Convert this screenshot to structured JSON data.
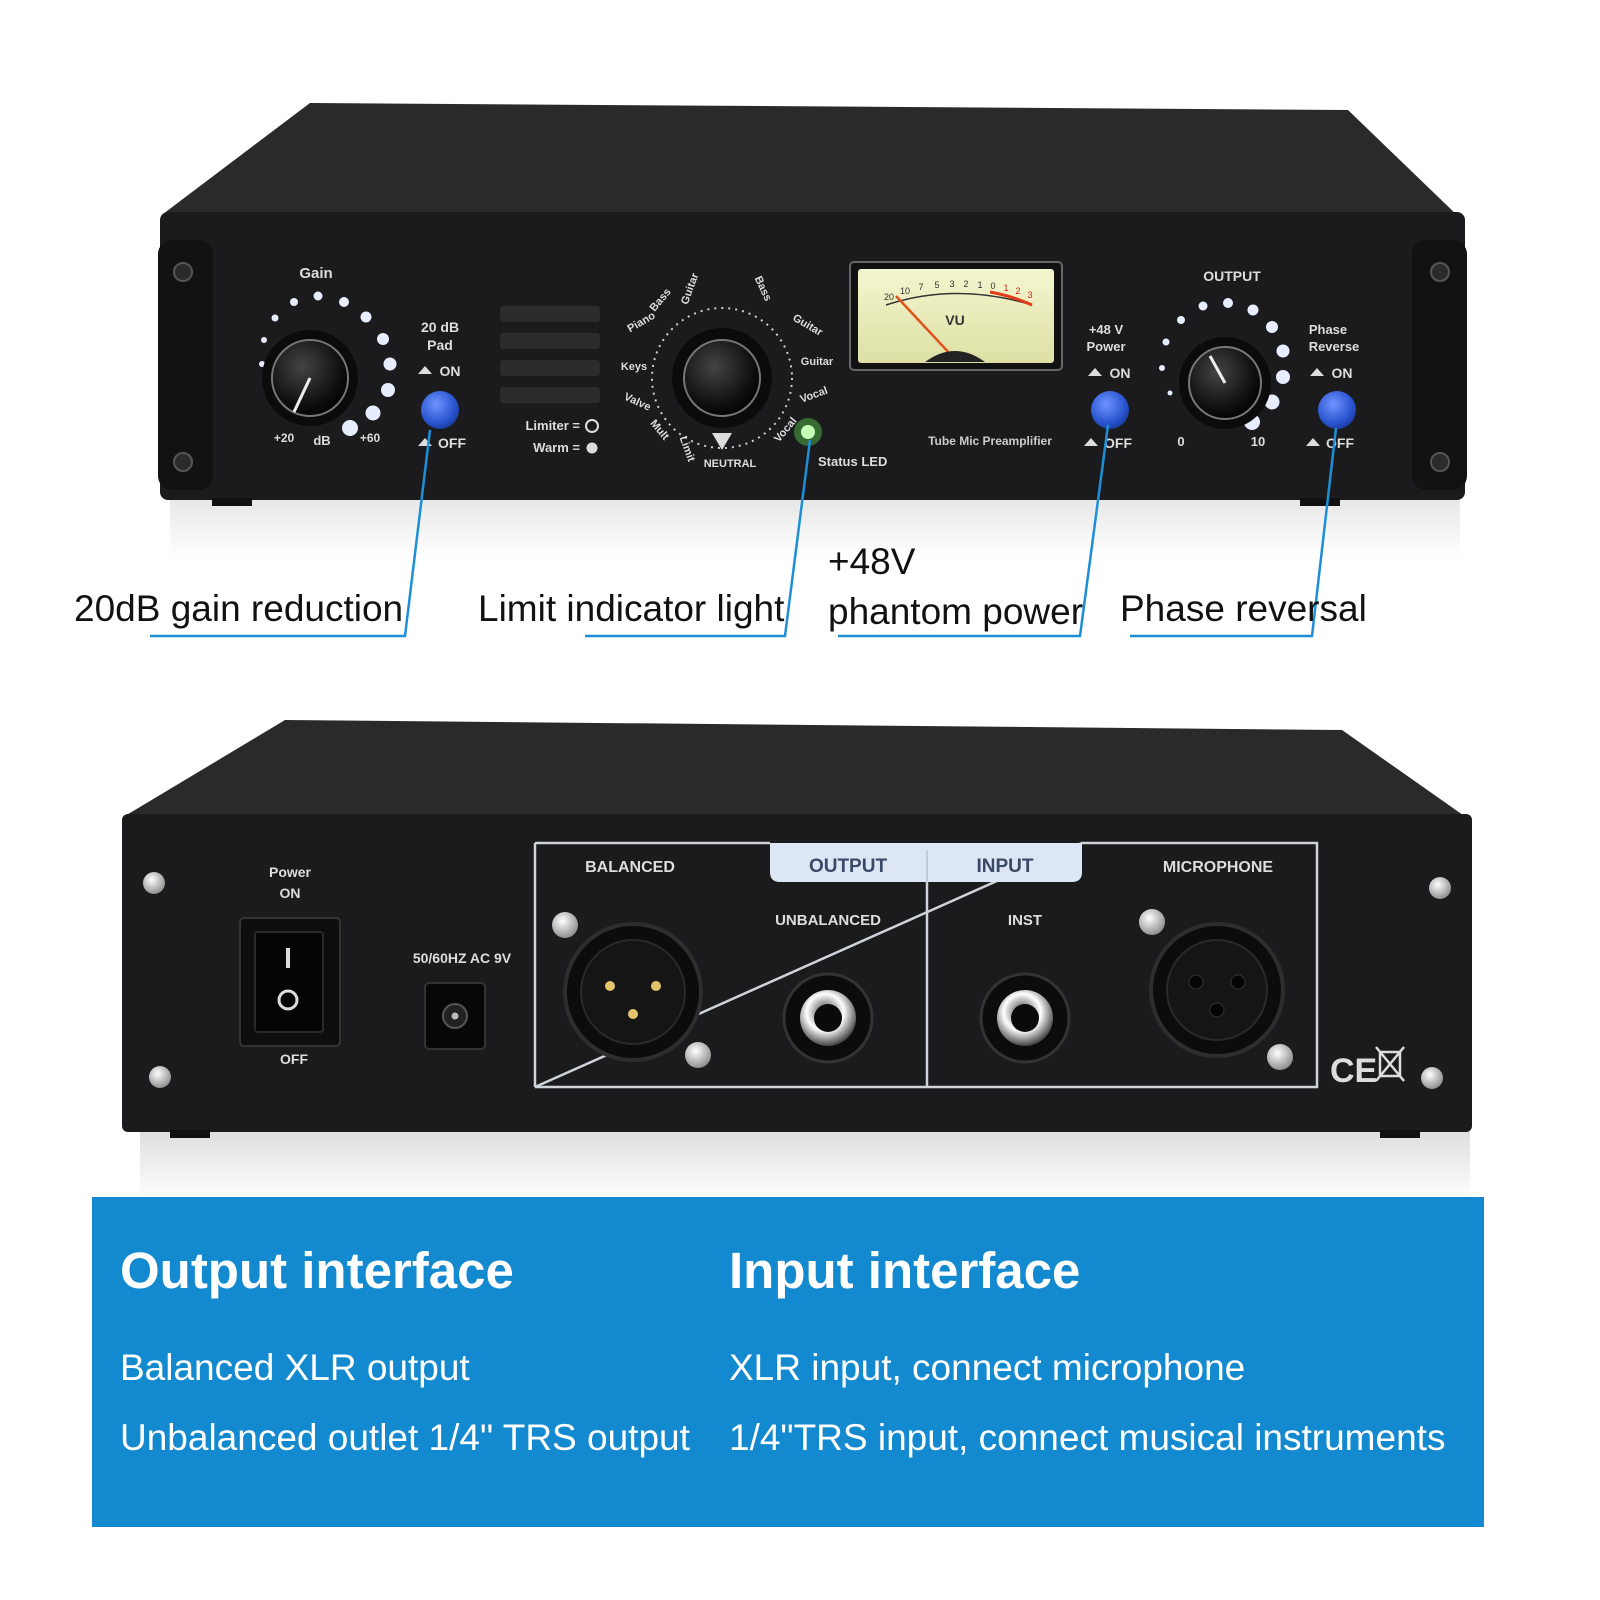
{
  "front_panel": {
    "gain": {
      "label": "Gain",
      "min": "+20",
      "unit": "dB",
      "max": "+60"
    },
    "pad": {
      "line1": "20 dB",
      "line2": "Pad",
      "on": "ON",
      "off": "OFF"
    },
    "tone_modes": [
      "Guitar",
      "Bass",
      "Piano",
      "Keys",
      "Valve",
      "Mult",
      "Limit",
      "NEUTRAL",
      "Vocal",
      "Vocal",
      "Guitar",
      "Guitar",
      "Bass"
    ],
    "limiter_label": "Limiter =",
    "warm_label": "Warm =",
    "status_led_label": "Status LED",
    "vu_label": "VU",
    "vu_scale": [
      "20",
      "10",
      "7",
      "5",
      "3",
      "2",
      "1",
      "0",
      "1",
      "2",
      "3"
    ],
    "device_name": "Tube Mic Preamplifier",
    "phantom": {
      "line1": "+48 V",
      "line2": "Power",
      "on": "ON",
      "off": "OFF"
    },
    "output": {
      "label": "OUTPUT",
      "min": "0",
      "max": "10"
    },
    "phase": {
      "line1": "Phase",
      "line2": "Reverse",
      "on": "ON",
      "off": "OFF"
    }
  },
  "callouts": {
    "pad": "20dB gain reduction",
    "limit": "Limit indicator light",
    "phantom_line1": "+48V",
    "phantom_line2": "phantom power",
    "phase": "Phase reversal"
  },
  "rear_panel": {
    "power_line1": "Power",
    "power_line2": "ON",
    "power_off": "OFF",
    "ac_label": "50/60HZ AC 9V",
    "balanced": "BALANCED",
    "output_tab": "OUTPUT",
    "input_tab": "INPUT",
    "unbalanced": "UNBALANCED",
    "inst": "INST",
    "microphone": "MICROPHONE",
    "ce_mark": "CE"
  },
  "banner": {
    "output_title": "Output interface",
    "output_lines": [
      "Balanced XLR output",
      "Unbalanced outlet 1/4\" TRS output"
    ],
    "input_title": "Input interface",
    "input_lines": [
      "XLR input, connect microphone",
      "1/4\"TRS input, connect musical instruments"
    ]
  },
  "colors": {
    "banner_blue": "#1389cf",
    "callout_line": "#1d8fd6",
    "switch_blue": "#2f5fd6",
    "led_green": "#6dff5a",
    "vu_face": "#f2f3c4"
  }
}
